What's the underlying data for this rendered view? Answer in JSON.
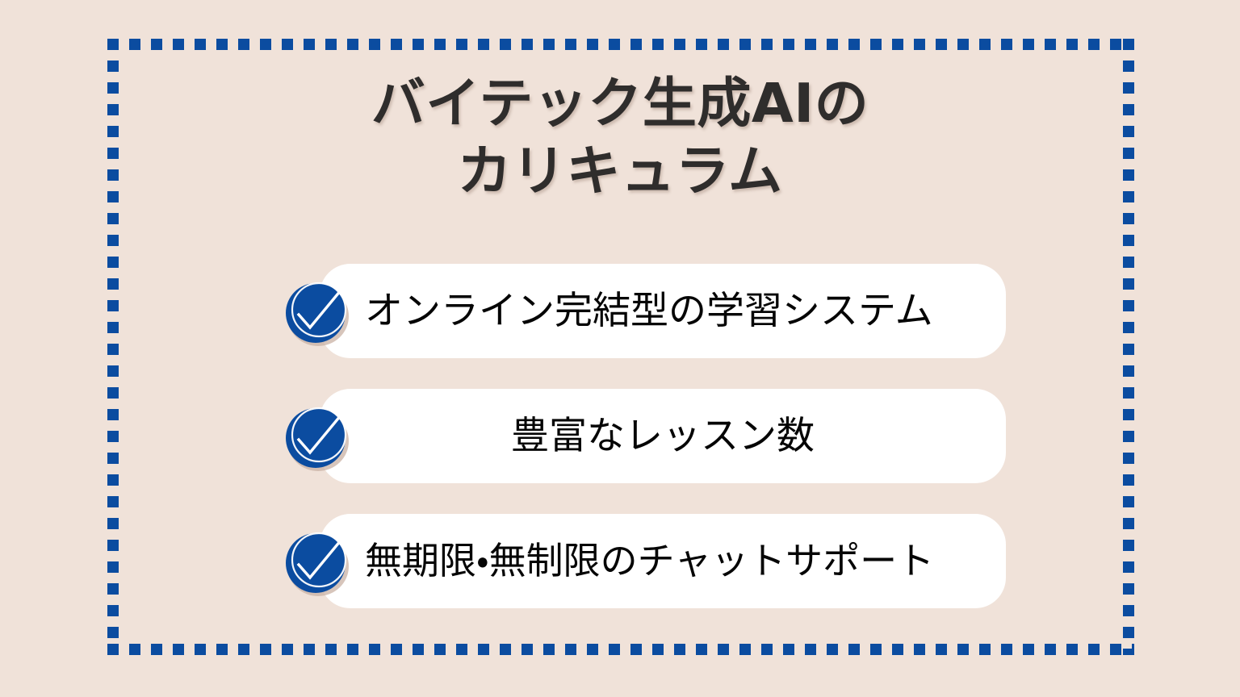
{
  "slide": {
    "background_color": "#F0E2D9",
    "frame": {
      "name": "dashed-border",
      "color": "#0B4CA0",
      "style": "dashed-square"
    },
    "title": {
      "color": "#2F2D2C",
      "lines": [
        "バイテック生成AIの",
        "カリキュラム"
      ]
    },
    "features": {
      "card_color": "#FFFFFF",
      "icon": {
        "name": "check-circle-icon",
        "circle_color": "#0B4CA0",
        "check_color": "#FFFFFF"
      },
      "items": [
        {
          "icon": "check-circle-icon",
          "label": "オンライン完結型の学習システム",
          "align": "left"
        },
        {
          "icon": "check-circle-icon",
          "label": "豊富なレッスン数",
          "align": "center"
        },
        {
          "icon": "check-circle-icon",
          "label": "無期限・無制限のチャットサポート",
          "align": "left"
        }
      ]
    }
  }
}
